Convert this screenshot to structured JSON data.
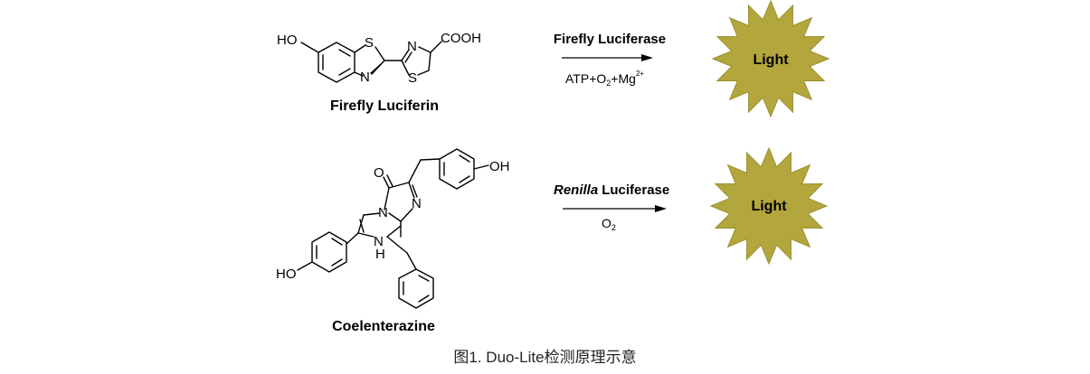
{
  "reaction_1": {
    "substrate": "Firefly Luciferin",
    "enzyme": "Firefly Luciferase",
    "cofactors": {
      "atp": "ATP+O",
      "o_sub": "2",
      "plus_mg": "+Mg",
      "mg_sup": "2+"
    },
    "product": "Light",
    "atoms": {
      "ho": "HO",
      "s1": "S",
      "n1": "N",
      "n2": "N",
      "s2": "S",
      "cooh": "COOH"
    }
  },
  "reaction_2": {
    "substrate": "Coelenterazine",
    "enzyme_italic": "Renilla",
    "enzyme": "Luciferase",
    "cofactors": {
      "o": "O",
      "o_sub": "2"
    },
    "product": "Light",
    "atoms": {
      "oh_top": "OH",
      "o_carbonyl": "O",
      "n_bridge": "N",
      "n_ring": "N",
      "nh_n": "N",
      "nh_h": "H",
      "ho_left": "HO"
    }
  },
  "caption": "图1. Duo-Lite检测原理示意",
  "colors": {
    "burst": "#b2a63c",
    "burst_stroke": "#9a8f2e"
  }
}
